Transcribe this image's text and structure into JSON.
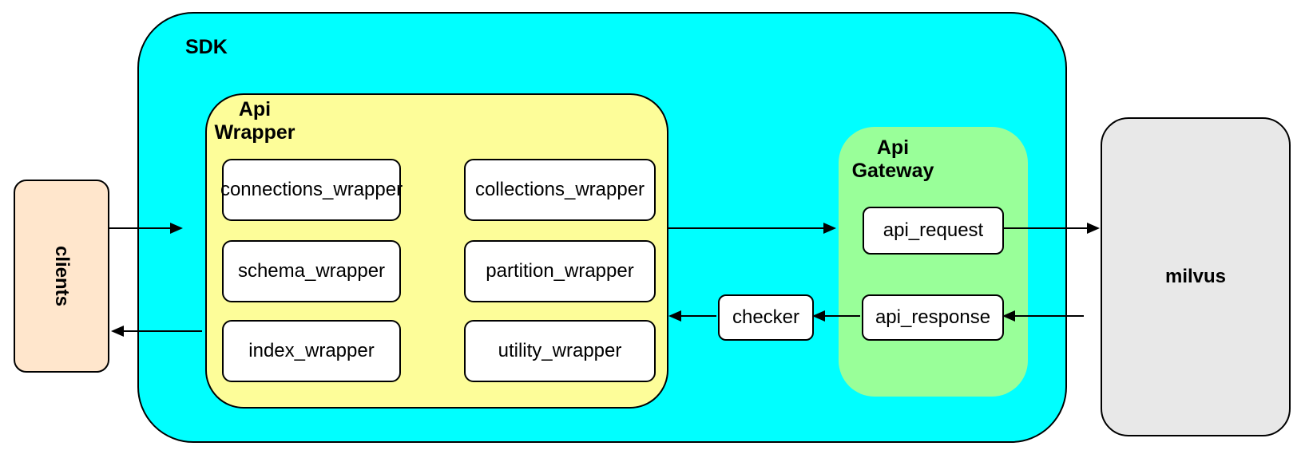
{
  "nodes": {
    "clients": "clients",
    "sdk": "SDK",
    "api_wrapper": {
      "label": "Api Wrapper",
      "children": [
        "connections_wrapper",
        "collections_wrapper",
        "schema_wrapper",
        "partition_wrapper",
        "index_wrapper",
        "utility_wrapper"
      ]
    },
    "checker": "checker",
    "api_gateway": {
      "label": "Api Gateway",
      "children": [
        "api_request",
        "api_response"
      ]
    },
    "milvus": "milvus"
  },
  "edges": [
    {
      "from": "clients",
      "to": "SDK / Api Wrapper",
      "direction": "right"
    },
    {
      "from": "Api Wrapper",
      "to": "Api Gateway",
      "direction": "right"
    },
    {
      "from": "api_request",
      "to": "milvus",
      "direction": "right"
    },
    {
      "from": "milvus",
      "to": "api_response",
      "direction": "left"
    },
    {
      "from": "api_response",
      "to": "checker",
      "direction": "left"
    },
    {
      "from": "checker",
      "to": "Api Wrapper",
      "direction": "left"
    },
    {
      "from": "Api Wrapper",
      "to": "clients",
      "direction": "left"
    }
  ],
  "colors": {
    "sdk_fill": "#00FFFF",
    "wrapper_fill": "#FDFD99",
    "gateway_fill": "#99FF99",
    "clients_fill": "#FFE6CC",
    "milvus_fill": "#E8E8E8",
    "node_fill": "#FFFFFF",
    "line_color": "#000000"
  }
}
